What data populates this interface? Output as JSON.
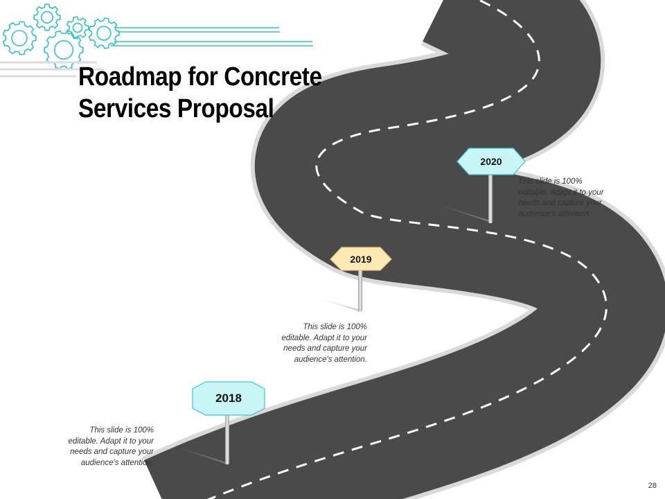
{
  "slide": {
    "title_lines": [
      "Roadmap for Concrete",
      "Services Proposal"
    ],
    "page_number": "28"
  },
  "milestones": [
    {
      "year": "2018",
      "sign_color": "#c9f5f6",
      "description_lines": [
        "This slide is 100%",
        "editable. Adapt it to your",
        "needs and capture your",
        "audience's attention."
      ]
    },
    {
      "year": "2019",
      "sign_color": "#fde9b4",
      "description_lines": [
        "This slide is 100%",
        "editable. Adapt it to your",
        "needs and capture your",
        "audience's attention."
      ]
    },
    {
      "year": "2020",
      "sign_color": "#c9f5f6",
      "description_lines": [
        "This slide is 100%",
        "editable. Adapt it to your",
        "needs and capture your",
        "audience's attention."
      ]
    }
  ],
  "colors": {
    "road": "#4a4a4a",
    "road_edge": "#d9d9d9",
    "lane_marking": "#ffffff",
    "accent_teal": "#2ec4c9",
    "sign_border_teal": "#3fc7cc",
    "sign_border_yellow": "#e8c77a"
  },
  "decorations": {
    "header_graphic": "gears-icon"
  }
}
